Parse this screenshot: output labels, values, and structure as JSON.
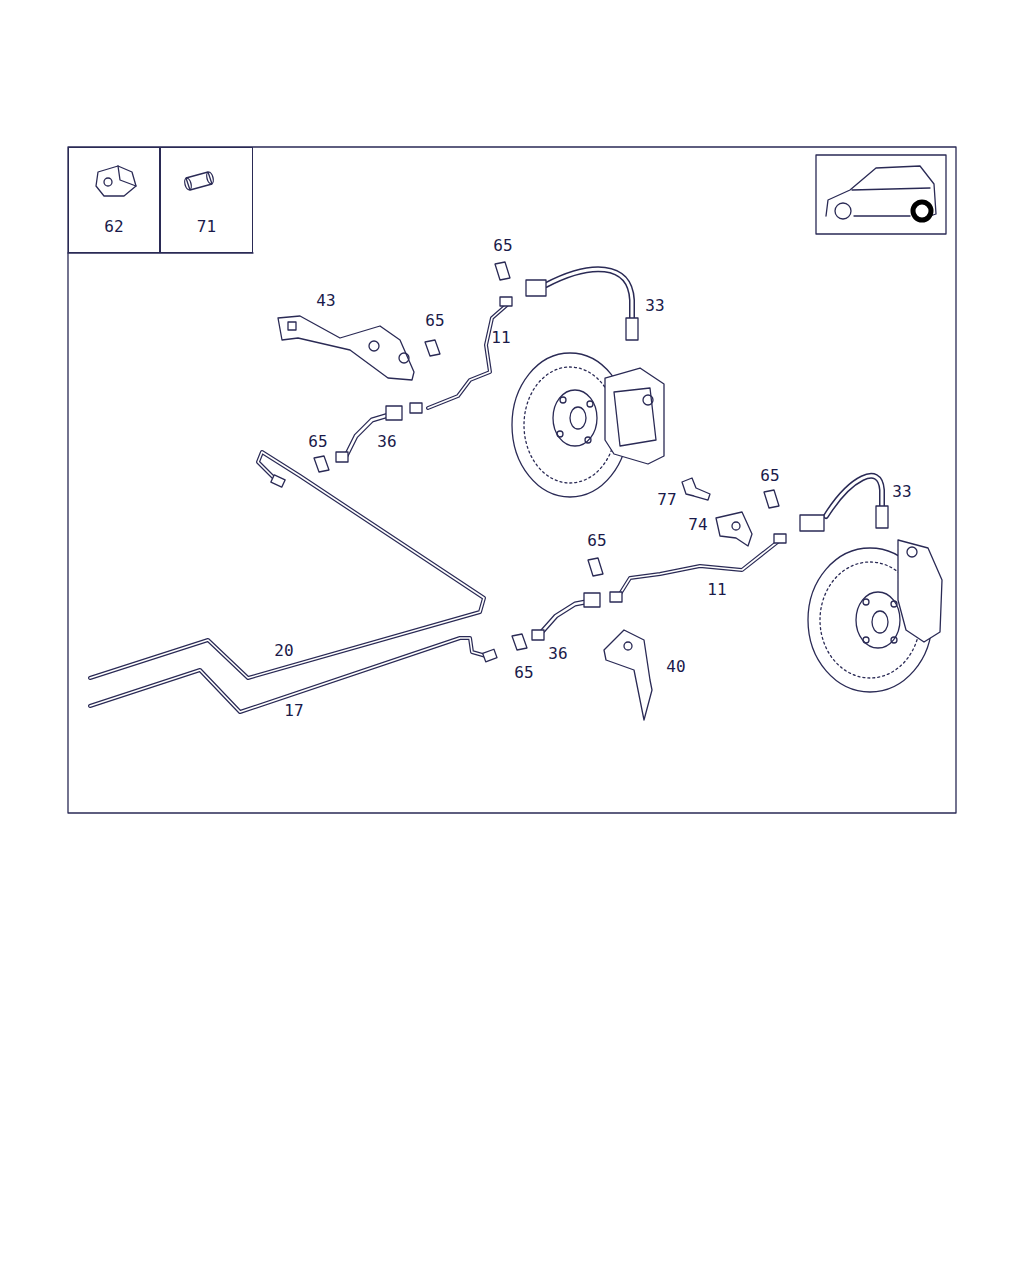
{
  "diagram": {
    "nodes": [
      {
        "text": [
          "62"
        ]
      },
      {
        "text": [
          "71"
        ]
      }
    ],
    "labels": [
      "65",
      "43",
      "65",
      "33",
      "11",
      "65",
      "36",
      "65",
      "33",
      "77",
      "74",
      "65",
      "11",
      "20",
      "65",
      "36",
      "40",
      "17"
    ]
  }
}
